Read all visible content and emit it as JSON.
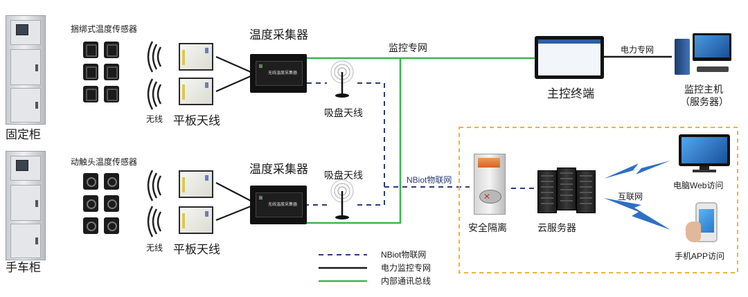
{
  "labels": {
    "fixed_cabinet": "固定柜",
    "handcart_cabinet": "手车柜",
    "strap_sensor": "捆绑式温度传感器",
    "contact_sensor": "动触头温度传感器",
    "wireless_top": "无线",
    "wireless_bottom": "无线",
    "flat_antenna_top": "平板天线",
    "flat_antenna_bottom": "平板天线",
    "collector_top": "温度采集器",
    "collector_bottom": "温度采集器",
    "collector_plate": "无线温度采集器",
    "suction_antenna_top": "吸盘天线",
    "suction_antenna_bottom": "吸盘天线",
    "monitor_network": "监控专网",
    "nbiot_network": "NBiot物联网",
    "master_terminal": "主控终端",
    "power_network": "电力专网",
    "host_line1": "监控主机",
    "host_line2": "（服务器）",
    "security_isolation": "安全隔离",
    "cloud_server": "云服务器",
    "internet": "互联网",
    "pc_web": "电脑Web访问",
    "mobile_app": "手机APP访问"
  },
  "legend": [
    {
      "label": "NBiot物联网",
      "style": "dashed",
      "color": "#2b3a7a"
    },
    {
      "label": "电力监控专网",
      "style": "solid",
      "color": "#1a1a1a"
    },
    {
      "label": "内部通讯总线",
      "style": "solid",
      "color": "#3bb54a"
    }
  ],
  "colors": {
    "bus_green": "#3bb54a",
    "nbiot_blue": "#2b3a7a",
    "power_black": "#1a1a1a",
    "cloud_box_orange": "#f0b23a",
    "signal_blue": "#2f6fc2"
  }
}
